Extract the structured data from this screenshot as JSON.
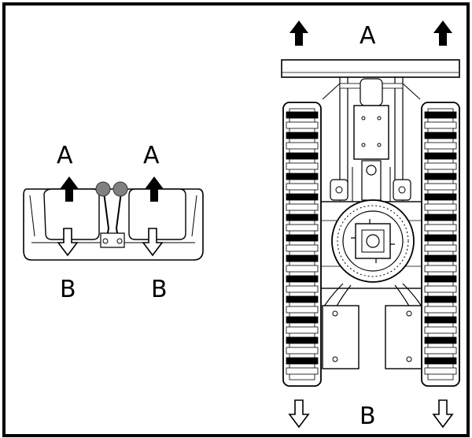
{
  "diagram": {
    "levers": {
      "left": {
        "top_label": "A",
        "bottom_label": "B"
      },
      "right": {
        "top_label": "A",
        "bottom_label": "B"
      }
    },
    "machine": {
      "top_label": "A",
      "bottom_label": "B"
    },
    "arrow_icons": {
      "forward": "filled-up-arrow-icon",
      "reverse": "outline-down-arrow-icon"
    },
    "colors": {
      "ink": "#000000",
      "knob": "#808080",
      "background": "#ffffff"
    }
  }
}
